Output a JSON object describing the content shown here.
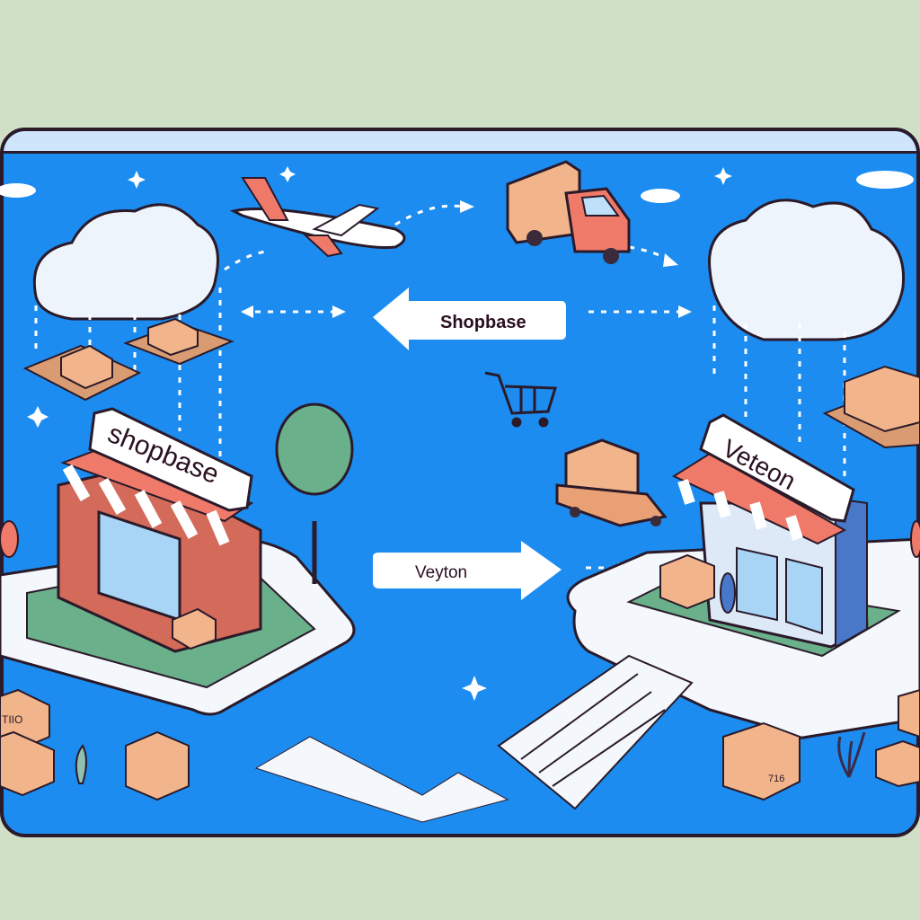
{
  "illustration": {
    "subject": "Store migration from Shopbase to Veteon with shipping logistics",
    "colors": {
      "background": "#cfe0c6",
      "sky_panel": "#1c8cf0",
      "outline": "#2a1a2a",
      "awning_red": "#f07a6a",
      "box": "#f2b48a",
      "platform": "#f4f7fb"
    },
    "labels": {
      "left_arrow_label": "Shopbase",
      "right_arrow_label": "Veyton",
      "left_store_sign": "shopbase",
      "right_store_sign": "Veteon"
    },
    "box_markings": {
      "left_box_stack": "TIIO",
      "right_box_front": "716"
    },
    "icons": [
      "cloud-icon",
      "airplane-icon",
      "delivery-truck-icon",
      "shopping-cart-icon",
      "package-icon",
      "tree-icon",
      "sparkle-icon",
      "plant-icon"
    ]
  }
}
